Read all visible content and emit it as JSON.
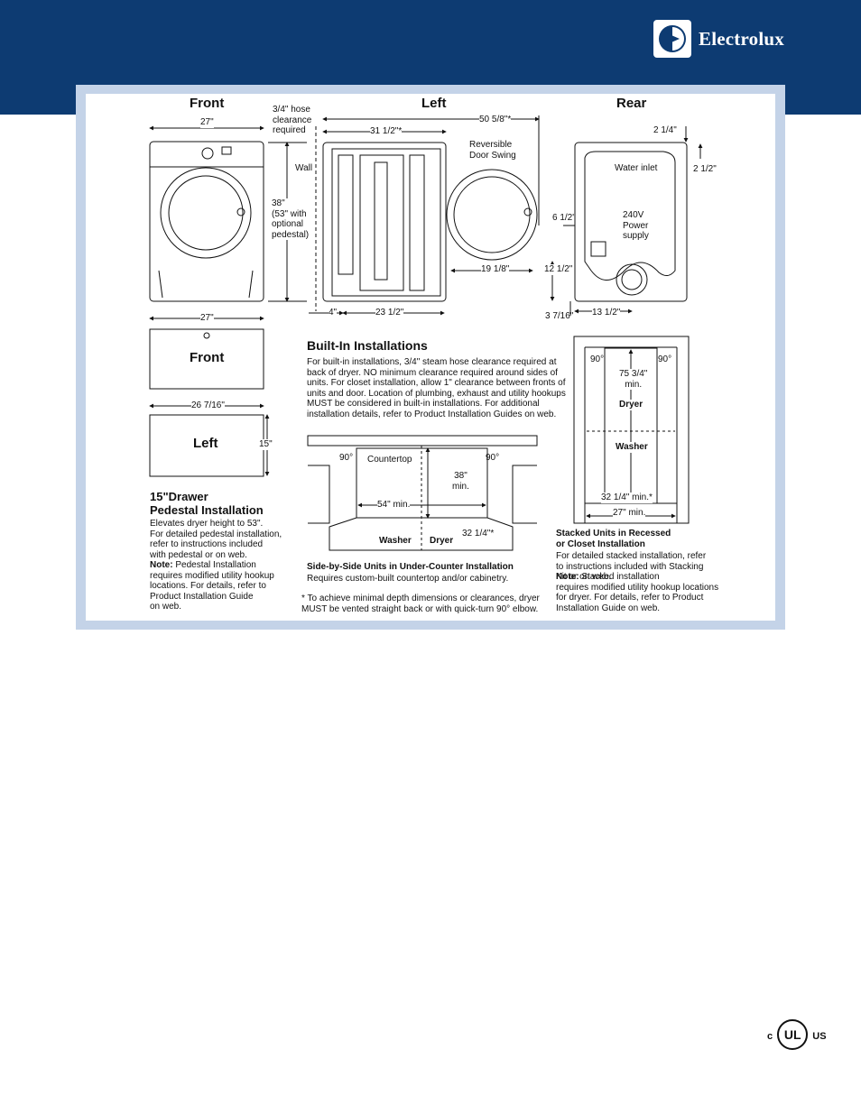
{
  "brand": {
    "name": "Electrolux",
    "band_color": "#0d3b72",
    "panel_color": "#c4d3e8"
  },
  "views": {
    "front": "Front",
    "left": "Left",
    "rear": "Rear"
  },
  "dryer_dims": {
    "width": "27\"",
    "hose_note": "3/4\" hose\nclearance\nrequired",
    "wall": "Wall",
    "height": "38\"\n(53\" with\noptional\npedestal)",
    "depth_door": "31 1/2\"*",
    "depth_door_open": "50 5/8\"*",
    "door_swing": "Reversible\nDoor Swing",
    "door": "19 1/8\"",
    "wall_gap": "4\"",
    "depth": "23 1/2\""
  },
  "rear_dims": {
    "top1": "2 1/4\"",
    "top2": "2 1/2\"",
    "water_inlet": "Water inlet",
    "side": "6 1/2\"",
    "power": "240V\nPower\nsupply",
    "vent_height": "12 1/2\"",
    "vent_offset": "13 1/2\"",
    "bottom": "3 7/16\""
  },
  "pedestal": {
    "front_width": "27\"",
    "front_label": "Front",
    "left_width": "26 7/16\"",
    "left_label": "Left",
    "height": "15\"",
    "title": "15\"Drawer\nPedestal Installation",
    "text": "Elevates dryer height to 53\".\nFor detailed pedestal installation,\nrefer to instructions included\nwith pedestal or on web.",
    "note_label": "Note:",
    "note_text": " Pedestal Installation\nrequires modified utility hookup\nlocations. For details, refer to\nProduct Installation Guide\non web."
  },
  "builtin": {
    "title": "Built-In Installations",
    "text": "For built-in installations, 3/4\" steam hose clearance required at\nback of dryer. NO minimum clearance required around sides of\nunits. For closet installation, allow 1\" clearance between fronts of\nunits and door. Location of plumbing, exhaust and utility hookups\nMUST be considered in built-in installations. For additional\ninstallation details, refer to Product Installation Guides on web.",
    "angle_left": "90°",
    "angle_right": "90°",
    "countertop": "Countertop",
    "height_min": "38\"\nmin.",
    "width_min": "54\" min.",
    "washer": "Washer",
    "dryer": "Dryer",
    "depth_min": "32 1/4\"*",
    "caption": "Side-by-Side Units in Under-Counter Installation",
    "caption_sub": "Requires custom-built countertop and/or cabinetry.",
    "footnote": "* To achieve minimal depth dimensions or clearances, dryer\n  MUST be vented straight back or with quick-turn 90° elbow."
  },
  "stacked": {
    "angle_left": "90°",
    "angle_right": "90°",
    "height_min": "75 3/4\"\nmin.",
    "dryer": "Dryer",
    "washer": "Washer",
    "depth_min": "32 1/4\" min.*",
    "width_min": "27\" min.",
    "caption": "Stacked Units in Recessed\nor Closet Installation",
    "text": "For detailed stacked installation, refer\nto instructions included with Stacking\nKit or on web.",
    "note_label": "Note:",
    "note_text": "Stacked installation\nrequires modified utility hookup locations\nfor dryer. For details, refer to Product\nInstallation Guide on web."
  },
  "certification": {
    "left": "c",
    "mark": "UL",
    "right": "US"
  }
}
